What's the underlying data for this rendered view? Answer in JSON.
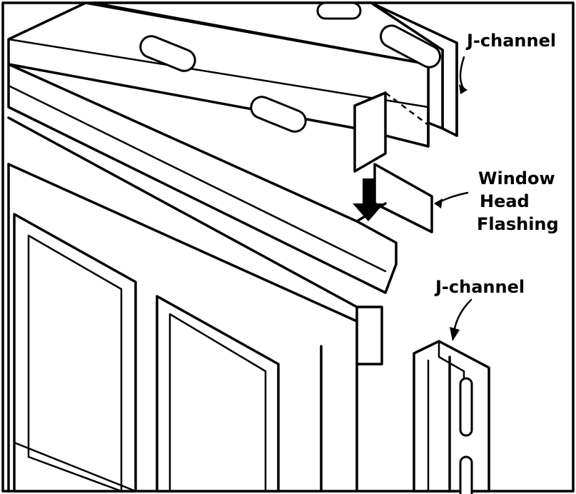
{
  "labels": {
    "top_jchannel": "J-channel",
    "flashing_line1": "Window",
    "flashing_line2": "Head",
    "flashing_line3": "Flashing",
    "side_jchannel": "J-channel"
  },
  "colors": {
    "ink": "#000000",
    "paper": "#ffffff"
  },
  "icons": [
    "down-arrow"
  ]
}
